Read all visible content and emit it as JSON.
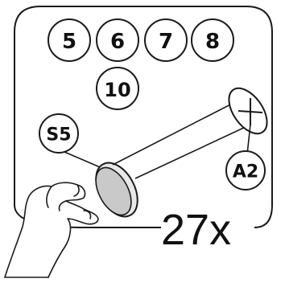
{
  "steps": {
    "step_5": "5",
    "step_6": "6",
    "step_7": "7",
    "step_8": "8",
    "step_10": "10"
  },
  "parts": {
    "part_s5": "S5",
    "part_a2": "A2"
  },
  "quantity": "27x",
  "colors": {
    "line": "#1a1a1a",
    "disc_fill": "#c9c9c9",
    "background": "#ffffff"
  }
}
